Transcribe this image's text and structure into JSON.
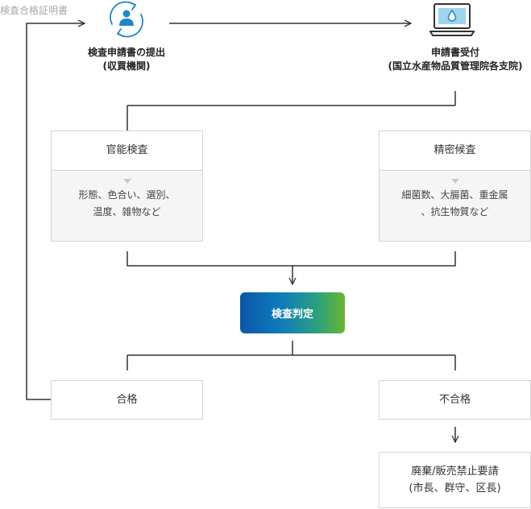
{
  "certificate_label": "検査合格証明書",
  "submit": {
    "line1": "検査申請書の提出",
    "line2": "(収買機関)"
  },
  "receive": {
    "line1": "申請書受付",
    "line2": "(国立水産物品質管理院各支院)"
  },
  "sensory": {
    "title": "官能検査",
    "detail1": "形態、色合い、選別、",
    "detail2": "温度、雑物など"
  },
  "precision": {
    "title": "精密候査",
    "detail1": "細菌数、大腸菌、重金属",
    "detail2": "、抗生物質など"
  },
  "judgment": "検査判定",
  "pass": "合格",
  "fail": "不合格",
  "action": {
    "line1": "廃棄/販売禁止要請",
    "line2": "(市長、群守、区長)"
  },
  "icons": {
    "submit": "person-cycle-icon",
    "receive": "laptop-drop-icon"
  },
  "colors": {
    "line": "#333333",
    "judgment_start": "#0a57a6",
    "judgment_end": "#6bb52f",
    "icon_blue": "#1e87c8"
  }
}
